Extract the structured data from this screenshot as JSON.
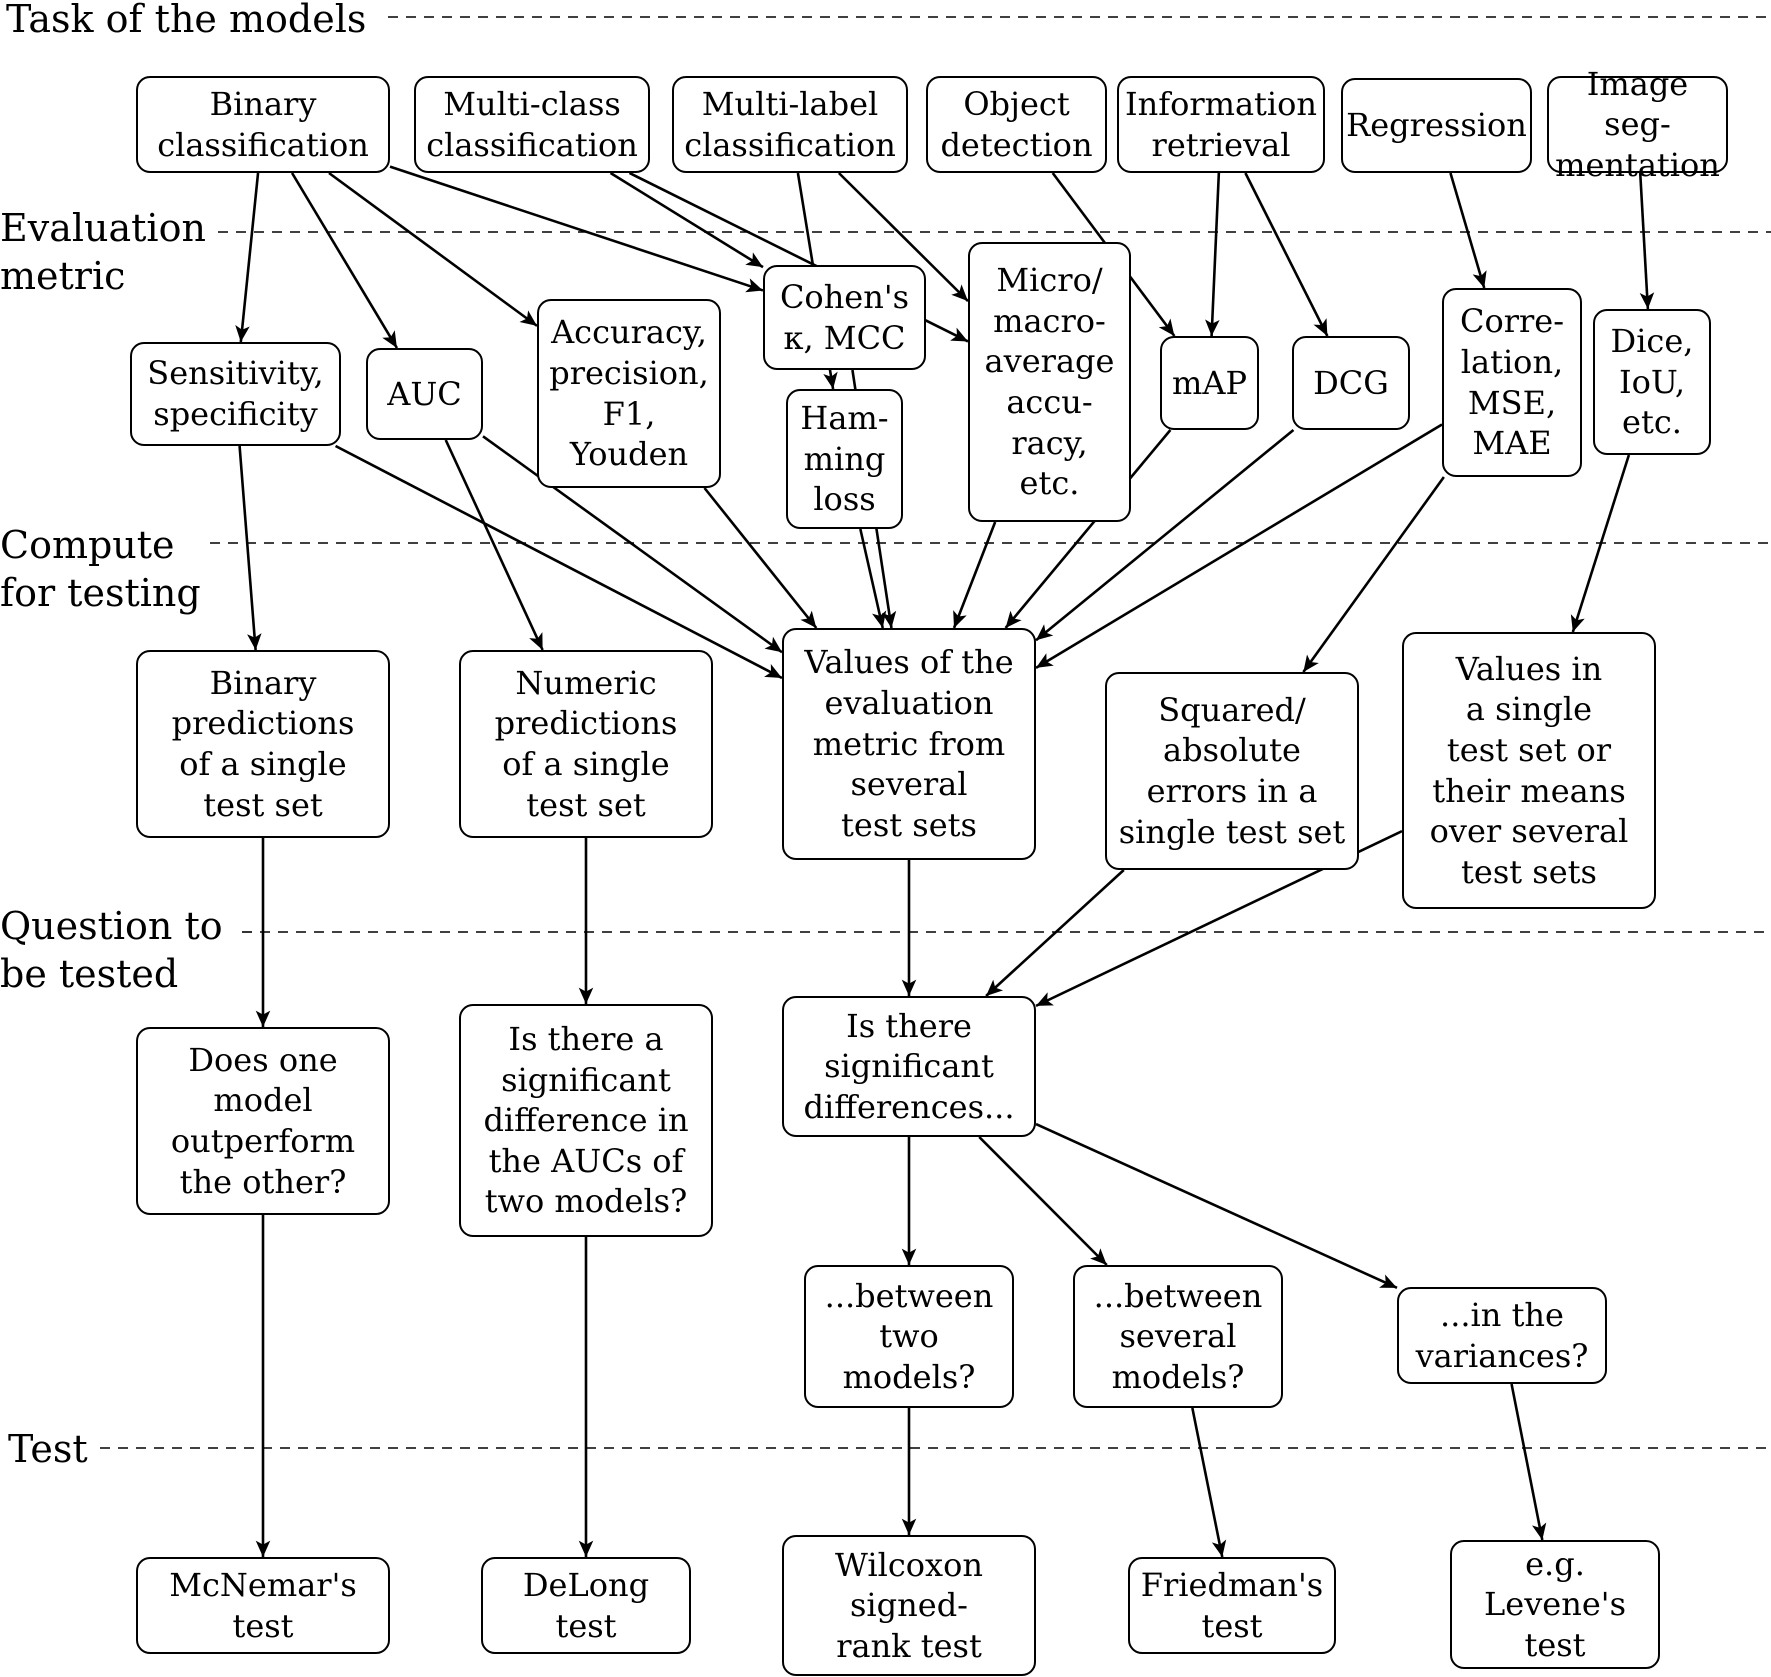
{
  "rows": [
    {
      "id": "task",
      "label": "Task of the models"
    },
    {
      "id": "metric",
      "label": "Evaluation\nmetric"
    },
    {
      "id": "compute",
      "label": "Compute\nfor testing"
    },
    {
      "id": "question",
      "label": "Question to\nbe tested"
    },
    {
      "id": "test",
      "label": "Test"
    }
  ],
  "nodes": {
    "binary": "Binary\nclassification",
    "multiclass": "Multi-class\nclassification",
    "multilabel": "Multi-label\nclassification",
    "objdet": "Object\ndetection",
    "inforet": "Information\nretrieval",
    "regression": "Regression",
    "imgseg": "Image seg-\nmentation",
    "sens": "Sensitivity,\nspecificity",
    "auc": "AUC",
    "acc": "Accuracy,\nprecision,\nF1,\nYouden",
    "cohen": "Cohen's\nκ, MCC",
    "hamming": "Ham-\nming\nloss",
    "micro": "Micro/\nmacro-\naverage\naccu-\nracy,\netc.",
    "map": "mAP",
    "dcg": "DCG",
    "corr": "Corre-\nlation,\nMSE,\nMAE",
    "dice": "Dice,\nIoU,\netc.",
    "binpred": "Binary\npredictions\nof a single\ntest set",
    "numpred": "Numeric\npredictions\nof a single\ntest set",
    "values": "Values of the\nevaluation\nmetric from\nseveral\ntest sets",
    "sqerr": "Squared/\nabsolute\nerrors in a\nsingle test set",
    "valsingle": "Values in\na single\ntest set or\ntheir means\nover several\ntest sets",
    "q_outperform": "Does one\nmodel\noutperform\nthe other?",
    "q_auc": "Is there a\nsignificant\ndifference in\nthe AUCs of\ntwo models?",
    "q_sig": "Is there\nsignificant\ndifferences...",
    "q_two": "...between\ntwo\nmodels?",
    "q_several": "...between\nseveral\nmodels?",
    "q_var": "...in the\nvariances?",
    "t_mcnemar": "McNemar's\ntest",
    "t_delong": "DeLong\ntest",
    "t_wilcoxon": "Wilcoxon\nsigned-\nrank test",
    "t_friedman": "Friedman's\ntest",
    "t_levene": "e.g.\nLevene's\ntest"
  },
  "edges": [
    [
      "binary",
      "sens"
    ],
    [
      "binary",
      "auc"
    ],
    [
      "binary",
      "acc"
    ],
    [
      "binary",
      "cohen"
    ],
    [
      "multiclass",
      "cohen"
    ],
    [
      "multiclass",
      "micro"
    ],
    [
      "multilabel",
      "hamming"
    ],
    [
      "multilabel",
      "micro"
    ],
    [
      "objdet",
      "map"
    ],
    [
      "inforet",
      "map"
    ],
    [
      "inforet",
      "dcg"
    ],
    [
      "regression",
      "corr"
    ],
    [
      "imgseg",
      "dice"
    ],
    [
      "sens",
      "binpred"
    ],
    [
      "sens",
      "values"
    ],
    [
      "auc",
      "numpred"
    ],
    [
      "auc",
      "values"
    ],
    [
      "acc",
      "values"
    ],
    [
      "hamming",
      "values"
    ],
    [
      "cohen",
      "values"
    ],
    [
      "micro",
      "values"
    ],
    [
      "map",
      "values"
    ],
    [
      "dcg",
      "values"
    ],
    [
      "corr",
      "values"
    ],
    [
      "corr",
      "sqerr"
    ],
    [
      "dice",
      "valsingle"
    ],
    [
      "binpred",
      "q_outperform"
    ],
    [
      "numpred",
      "q_auc"
    ],
    [
      "values",
      "q_sig"
    ],
    [
      "sqerr",
      "q_sig"
    ],
    [
      "valsingle",
      "q_sig"
    ],
    [
      "q_sig",
      "q_two"
    ],
    [
      "q_sig",
      "q_several"
    ],
    [
      "q_sig",
      "q_var"
    ],
    [
      "q_outperform",
      "t_mcnemar"
    ],
    [
      "q_auc",
      "t_delong"
    ],
    [
      "q_two",
      "t_wilcoxon"
    ],
    [
      "q_several",
      "t_friedman"
    ],
    [
      "q_var",
      "t_levene"
    ]
  ]
}
